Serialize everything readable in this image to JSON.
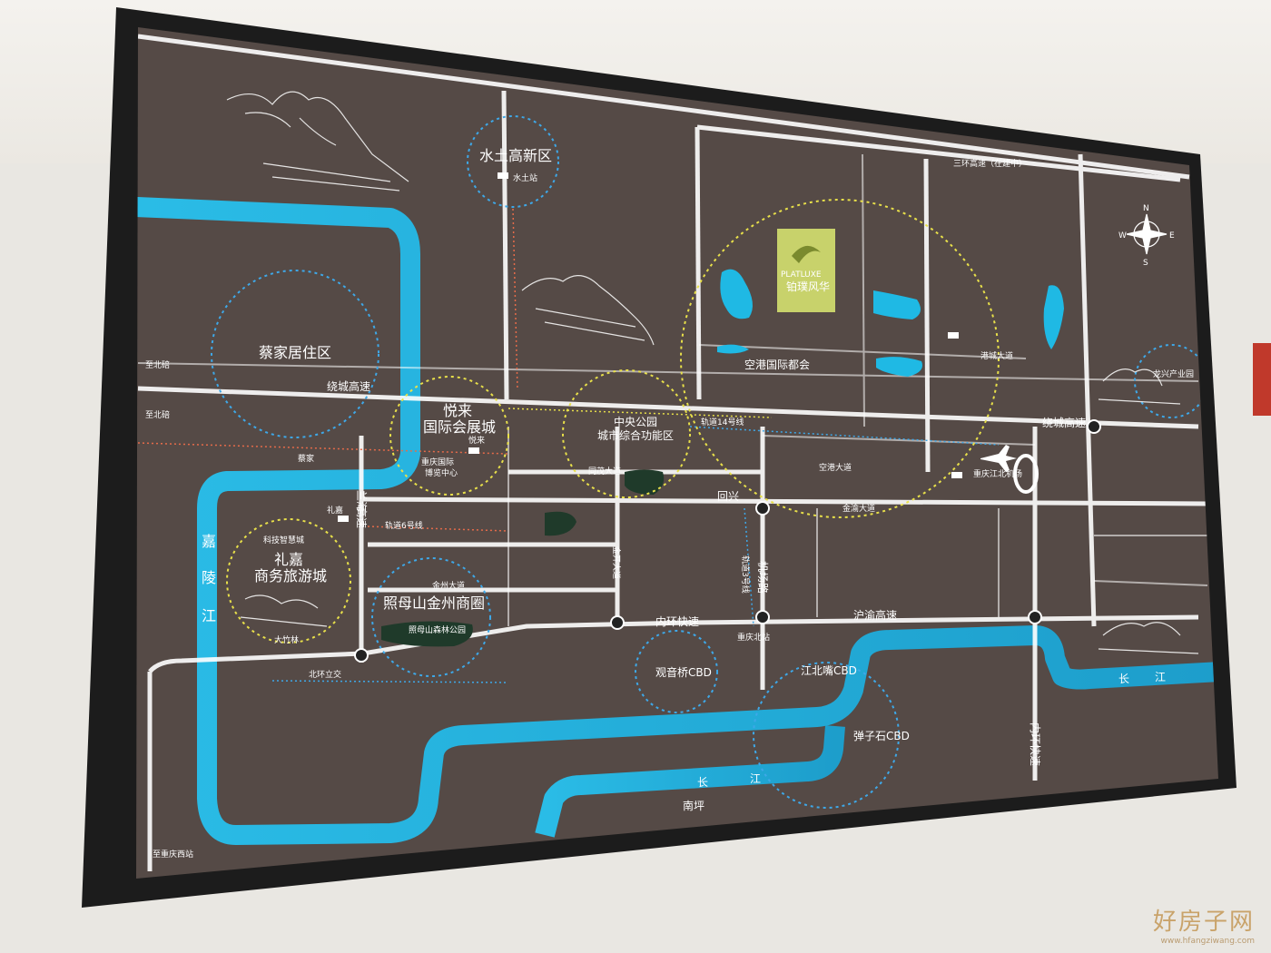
{
  "project": {
    "logo_text": "PLATLUXE",
    "name": "铂璞风华"
  },
  "districts": {
    "shuitu": "水土高新区",
    "caijia": "蔡家居住区",
    "yuelai_1": "悦来",
    "yuelai_2": "国际会展城",
    "central_1": "中央公园",
    "central_2": "城市综合功能区",
    "lijia_1": "礼嘉",
    "lijia_2": "商务旅游城",
    "airport_city": "空港国际都会",
    "zhaomu": "照母山金州商圈",
    "guanyinqiao": "观音桥CBD",
    "jiangbeizui": "江北嘴CBD",
    "danzishi": "弹子石CBD",
    "longxing": "龙兴产业园"
  },
  "roads": {
    "raocheng": "绕城高速",
    "sanhuan": "三环高速（在建中）",
    "lanhai_1": "兰海",
    "lanhai_2": "高速",
    "neihuan": "内环快速",
    "huyu": "沪渝高速",
    "jinkai": "金开大道",
    "jichang": "机场路",
    "neihuan_v": "内环快速",
    "jinzhou": "金州大道",
    "jinyu": "金渝大道",
    "beiluan": "北环立交",
    "zhibeibei_1": "至北碚",
    "zhibeibei_2": "至北碚",
    "zhichongqingxi": "至重庆西站",
    "shuitu_station": "水土站",
    "caijia_station": "蔡家",
    "lijia_station": "礼嘉",
    "yuelai_station": "悦来",
    "huilai": "回兴",
    "rail6": "轨道6号线",
    "rail3": "轨道3号线",
    "rail14": "轨道14号线",
    "tongmao": "同茂大道",
    "jinyue": "金渝大道",
    "jiangbei_airport": "重庆江北机场",
    "nanping": "南坪",
    "keji": "科技智慧城",
    "dazhulin": "大竹林",
    "zhaomu_park": "照母山森林公园",
    "guanyinqiao_station": "重庆北站",
    "expo_1": "重庆国际",
    "expo_2": "博览中心",
    "yingchang": "空港大道",
    "gangcheng": "港城大道"
  },
  "rivers": {
    "jialing_1": "嘉",
    "jialing_2": "陵",
    "jialing_3": "江",
    "changjiang_1": "长",
    "changjiang_2": "江",
    "changjiang_r1": "长",
    "changjiang_r2": "江"
  },
  "compass": {
    "n": "N",
    "s": "S",
    "e": "E",
    "w": "W"
  },
  "watermark": {
    "text": "好房子网",
    "url": "www.hfangziwang.com"
  },
  "colors": {
    "map_bg": "#554a46",
    "river": "#1fb9e4",
    "road": "#ffffff",
    "circle_yellow": "#e8e04a",
    "circle_blue": "#3ea8e8",
    "logo_green": "#c8d26b",
    "frame": "#1c1c1c"
  }
}
